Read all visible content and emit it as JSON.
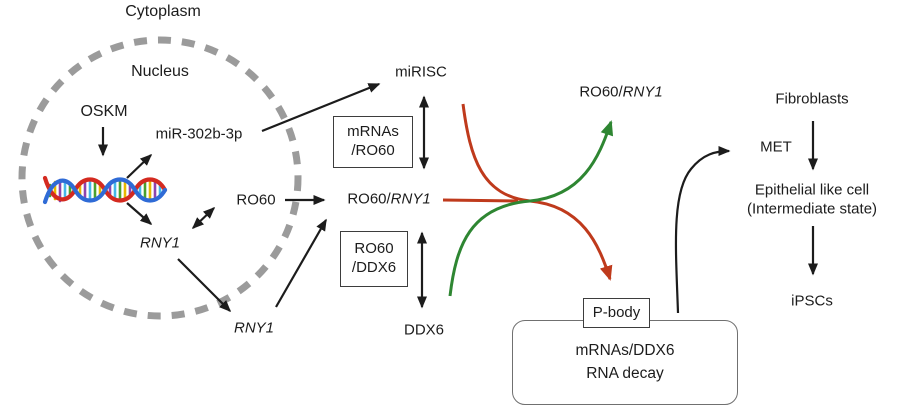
{
  "colors": {
    "text": "#1c1c1c",
    "red_path": "#bf3a1c",
    "green_path": "#2e8632",
    "nucleus_dash": "#9b9b9b",
    "box_border": "#3d3d3d",
    "decay_border": "#707070",
    "dna_strand_a": "#d42a20",
    "dna_strand_b": "#2f6bd6"
  },
  "nucleus": {
    "cytoplasm_label": "Cytoplasm",
    "nucleus_label": "Nucleus",
    "oskm": "OSKM",
    "mir302": "miR-302b-3p",
    "rny1": "RNY1",
    "ro60": "RO60"
  },
  "cytoplasm": {
    "rny1": "RNY1",
    "mirisc": "miRISC",
    "ddx6": "DDX6",
    "mrnas_ro60_box": {
      "line1": "mRNAs",
      "line2": "/RO60"
    },
    "ro60_ddx6_box": {
      "line1": "RO60",
      "line2": "/DDX6"
    },
    "complex": {
      "prefix": "RO60/",
      "gene": "RNY1"
    },
    "released": {
      "prefix": "RO60/",
      "gene": "RNY1"
    },
    "pbody": "P-body",
    "decay_box": {
      "line1": "mRNAs/DDX6",
      "line2": "RNA decay"
    }
  },
  "reprogramming": {
    "fibroblasts": "Fibroblasts",
    "met": "MET",
    "epithelial_line1": "Epithelial like cell",
    "epithelial_line2": "(Intermediate state)",
    "ipscs": "iPSCs"
  }
}
